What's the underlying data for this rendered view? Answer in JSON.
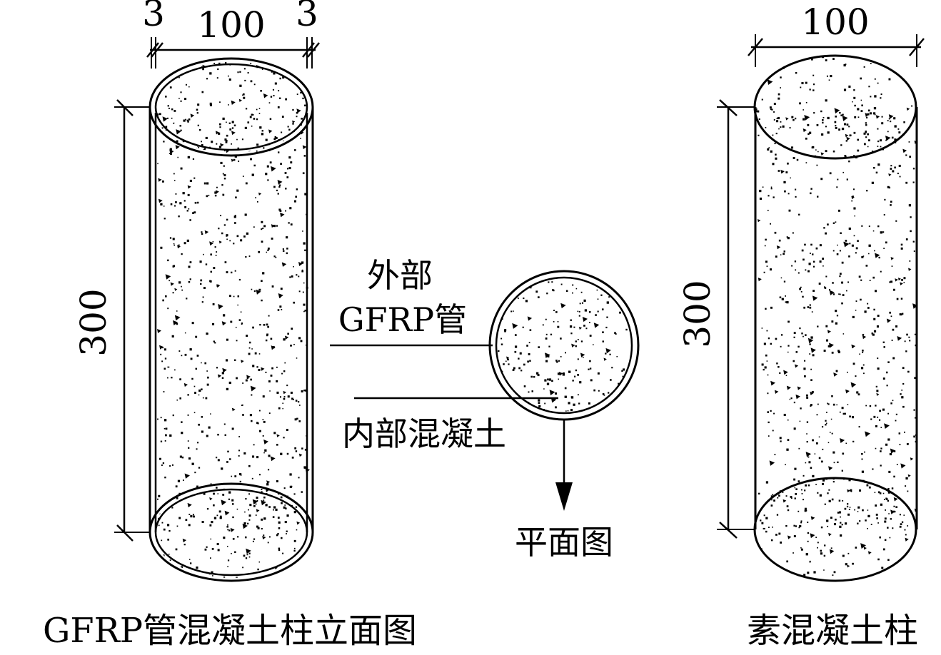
{
  "left_column": {
    "dim_width": "100",
    "dim_tube_left": "3",
    "dim_tube_right": "3",
    "dim_height": "300",
    "caption": "GFRP管混凝土柱立面图"
  },
  "plan_view": {
    "label_outer_line1": "外部",
    "label_outer_line2": "GFRP管",
    "label_inner": "内部混凝土",
    "arrow_label": "平面图"
  },
  "right_column": {
    "dim_width": "100",
    "dim_height": "300",
    "caption": "素混凝土柱"
  }
}
